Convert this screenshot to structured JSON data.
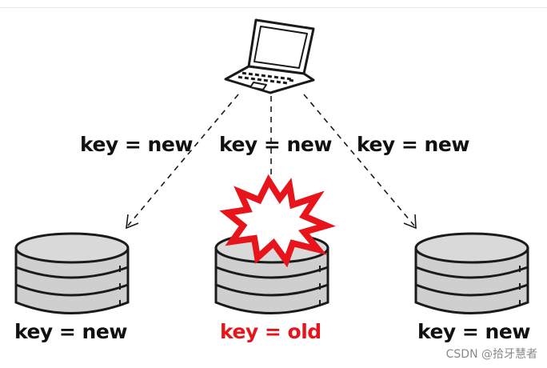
{
  "arrow_labels": {
    "left": "key = new",
    "middle": "key = new",
    "right": "key = new"
  },
  "databases": [
    {
      "label": "key = new",
      "color": "#111111"
    },
    {
      "label": "key = old",
      "color": "#e8141b"
    },
    {
      "label": "key = new",
      "color": "#111111"
    }
  ],
  "watermark": "CSDN @拾牙慧者",
  "colors": {
    "conflict_burst": "#e8141b",
    "disk_fill": "#cfcfcf",
    "outline": "#1a1a1a"
  },
  "icons": [
    "laptop-icon",
    "conflict-burst-icon",
    "database-icon"
  ]
}
